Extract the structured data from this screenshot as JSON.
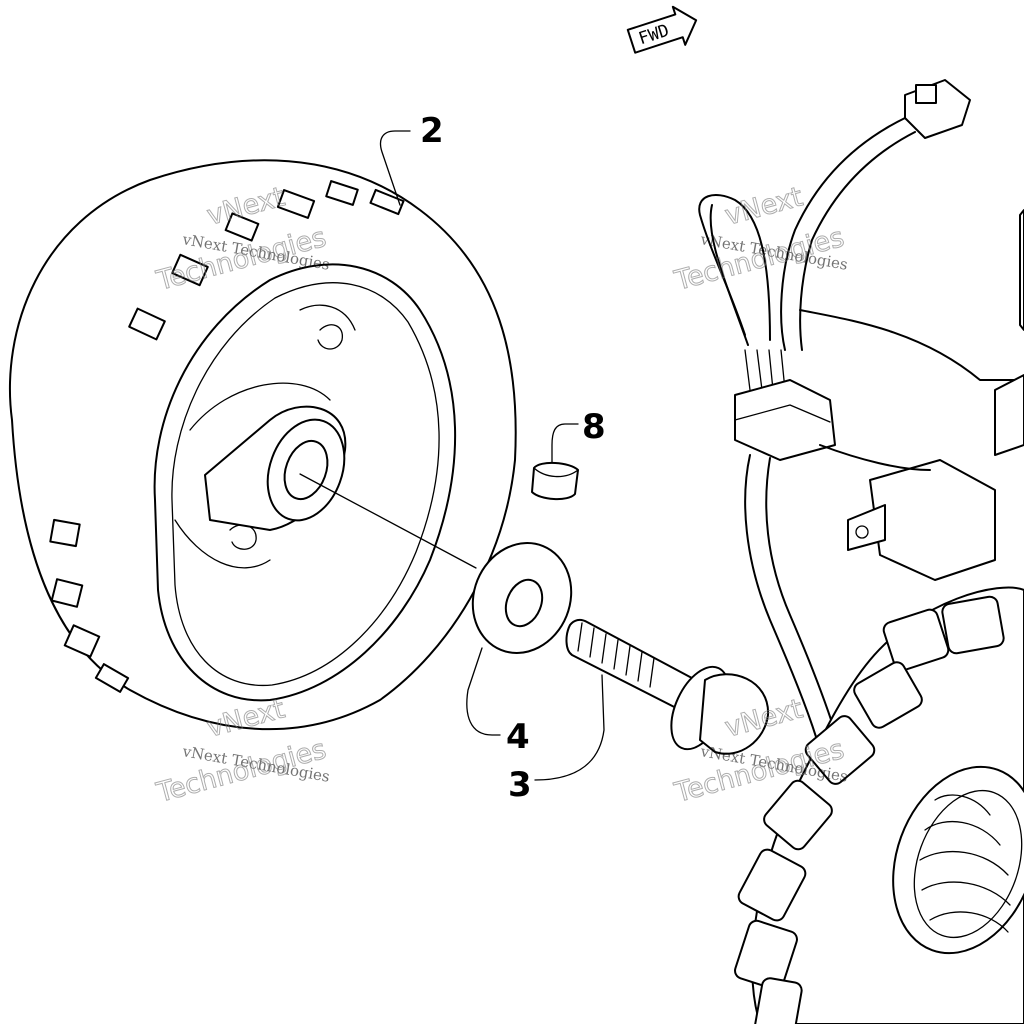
{
  "callouts": {
    "part_2": "2",
    "part_8": "8",
    "part_4": "4",
    "part_3": "3"
  },
  "direction_label": "FWD",
  "watermark": {
    "line1": "vNext Technologies",
    "line2": "vNext",
    "line3": "Technologies"
  }
}
